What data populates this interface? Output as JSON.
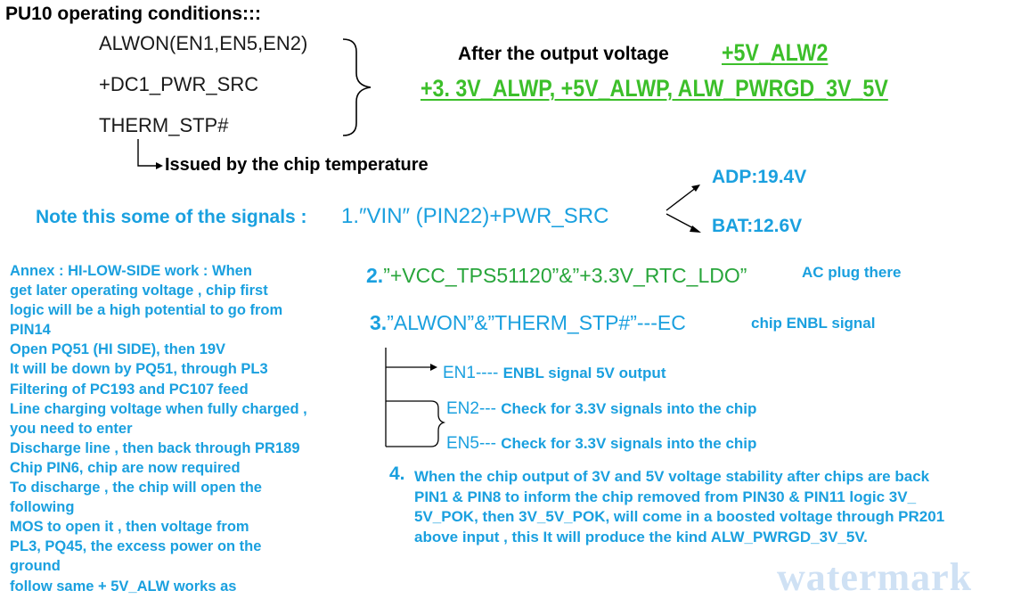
{
  "title": "PU10 operating conditions:::",
  "conditions": [
    "ALWON(EN1,EN5,EN2)",
    "+DC1_PWR_SRC",
    "THERM_STP#"
  ],
  "issued": "Issued by the chip temperature",
  "after_label": "After the output voltage",
  "after_rail": "+5V_ALW2",
  "rails_line": "+3. 3V_ALWP, +5V_ALWP,  ALW_PWRGD_3V_5V",
  "note_label": "Note this some of the signals :",
  "note_item1": "1.″VIN″ (PIN22)+PWR_SRC",
  "adp": "ADP:19.4V",
  "bat": "BAT:12.6V",
  "item2_num": "2.",
  "item2_text": "”+VCC_TPS51120”&”+3.3V_RTC_LDO”",
  "ac_plug": "AC plug there",
  "item3_num": "3.",
  "item3_text": "”ALWON”&”THERM_STP#”---EC",
  "chip_enbl": "chip ENBL signal",
  "en_items": [
    {
      "name": "EN1----",
      "desc": "ENBL signal 5V output"
    },
    {
      "name": "EN2---",
      "desc": "Check for 3.3V signals into the chip"
    },
    {
      "name": "EN5---",
      "desc": "Check for 3.3V signals into the chip"
    }
  ],
  "annex_lines": [
    "Annex : HI-LOW-SIDE work : When",
    "get later operating voltage , chip first",
    "logic will be a high potential to go from",
    "PIN14",
    "Open PQ51 (HI SIDE), then 19V",
    "It will be down by PQ51, through PL3",
    "Filtering of PC193 and PC107 feed",
    "Line charging voltage when fully charged ,",
    "you need to enter",
    "Discharge line , then back through PR189",
    "Chip PIN6,  chip are now required",
    "To discharge , the chip will open the",
    "following",
    "MOS to open it , then voltage from",
    "PL3, PQ45, the excess power on the",
    "ground",
    "follow same  + 5V_ALW works as"
  ],
  "item4_num": "4.",
  "item4_lines": [
    "When the chip output of 3V and 5V voltage stability after chips are back",
    "PIN1 & PIN8 to inform the chip removed from PIN30 & PIN11 logic  3V_",
    "5V_POK, then 3V_5V_POK, will come in a boosted voltage through PR201",
    "above input , this It will produce the kind ALW_PWRGD_3V_5V."
  ],
  "watermark": "watermark",
  "colors": {
    "blue": "#1aa0df",
    "green": "#3cbf2a",
    "text": "#000000"
  }
}
